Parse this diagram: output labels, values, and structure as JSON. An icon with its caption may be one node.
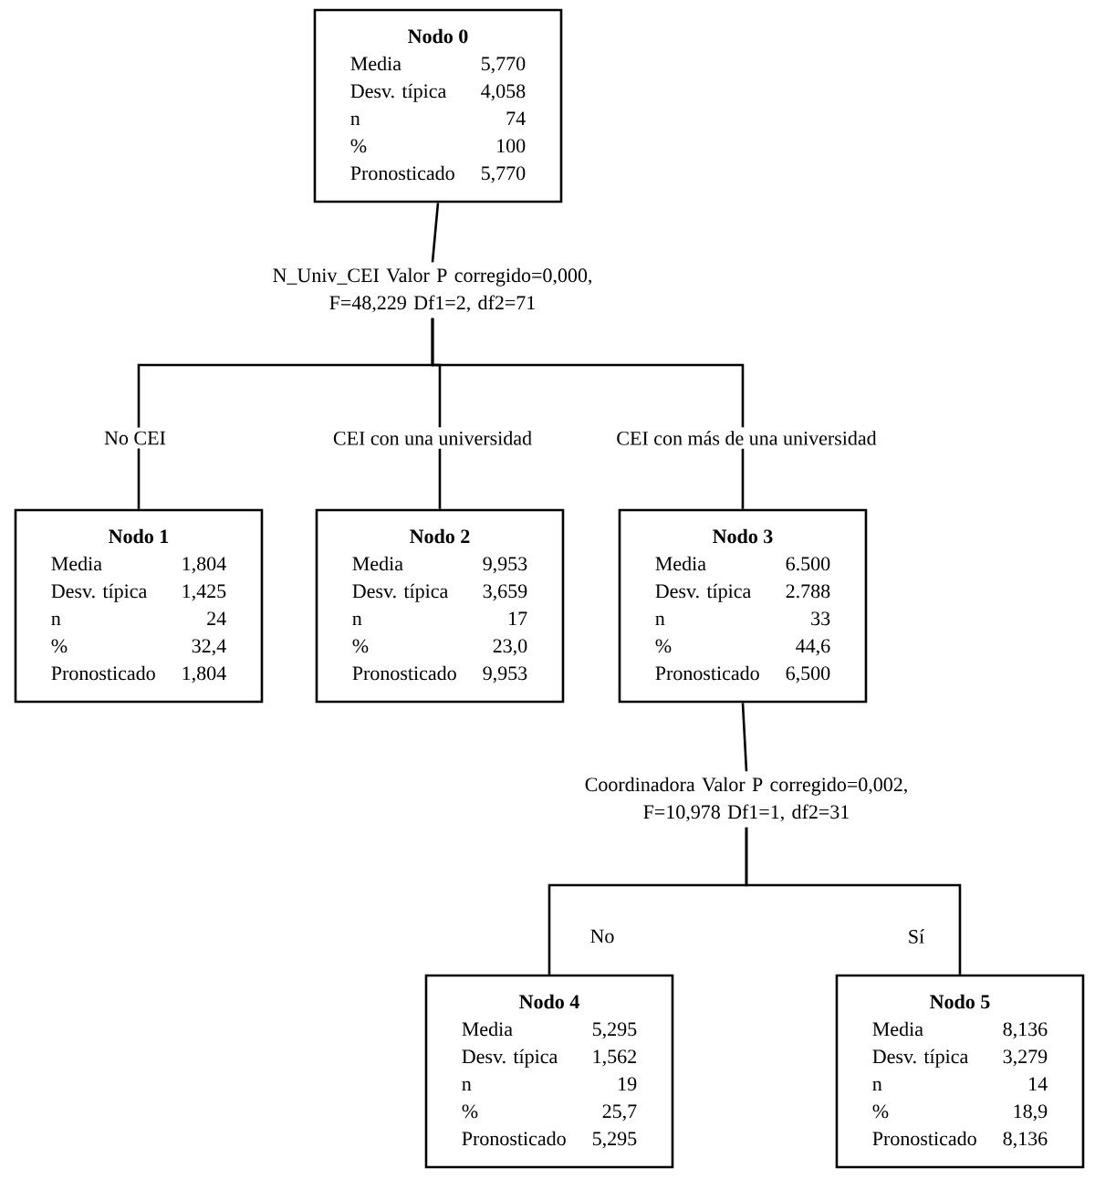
{
  "diagram": {
    "nodes": [
      {
        "text": [
          "Nodo 0",
          "Media",
          "5,770",
          "Desv. típica",
          "4,058",
          "n",
          "74",
          "%",
          "100",
          "Pronosticado",
          "5,770"
        ]
      },
      {
        "text": [
          "N_Univ_CEI Valor P corregido=0,000, F=48,229 Df1=2, df2=71"
        ]
      },
      {
        "text": [
          "Nodo 1",
          "Media",
          "1,804",
          "Desv. típica",
          "1,425",
          "n",
          "24",
          "%",
          "32,4",
          "Pronosticado",
          "1,804"
        ]
      },
      {
        "text": [
          "Nodo 2",
          "Media",
          "9,953",
          "Desv. típica",
          "3,659",
          "n",
          "17",
          "%",
          "23,0",
          "Pronosticado",
          "9,953"
        ]
      },
      {
        "text": [
          "Nodo 3",
          "Media",
          "6.500",
          "Desv. típica",
          "2.788",
          "n",
          "33",
          "%",
          "44,6",
          "Pronosticado",
          "6,500"
        ]
      },
      {
        "text": [
          "Coordinadora Valor P corregido=0,002, F=10,978 Df1=1, df2=31"
        ]
      },
      {
        "text": [
          "Nodo 4",
          "Media",
          "5,295",
          "Desv. típica",
          "1,562",
          "n",
          "19",
          "%",
          "25,7",
          "Pronosticado",
          "5,295"
        ]
      },
      {
        "text": [
          "Nodo 5",
          "Media",
          "8,136",
          "Desv. típica",
          "3,279",
          "n",
          "14",
          "%",
          "18,9",
          "Pronosticado",
          "8,136"
        ]
      }
    ],
    "edges": [
      {
        "from": 0,
        "to": 1,
        "arrow": "none"
      },
      {
        "from": 1,
        "to": 2,
        "label": "No CEI",
        "arrow": "none"
      },
      {
        "from": 1,
        "to": 3,
        "label": "CEI con una universidad",
        "arrow": "none"
      },
      {
        "from": 1,
        "to": 4,
        "label": "CEI con más de una universidad",
        "arrow": "none"
      },
      {
        "from": 4,
        "to": 5,
        "arrow": "none"
      },
      {
        "from": 5,
        "to": 6,
        "label": "No",
        "arrow": "none"
      },
      {
        "from": 5,
        "to": 7,
        "label": "Sí",
        "arrow": "none"
      }
    ]
  }
}
